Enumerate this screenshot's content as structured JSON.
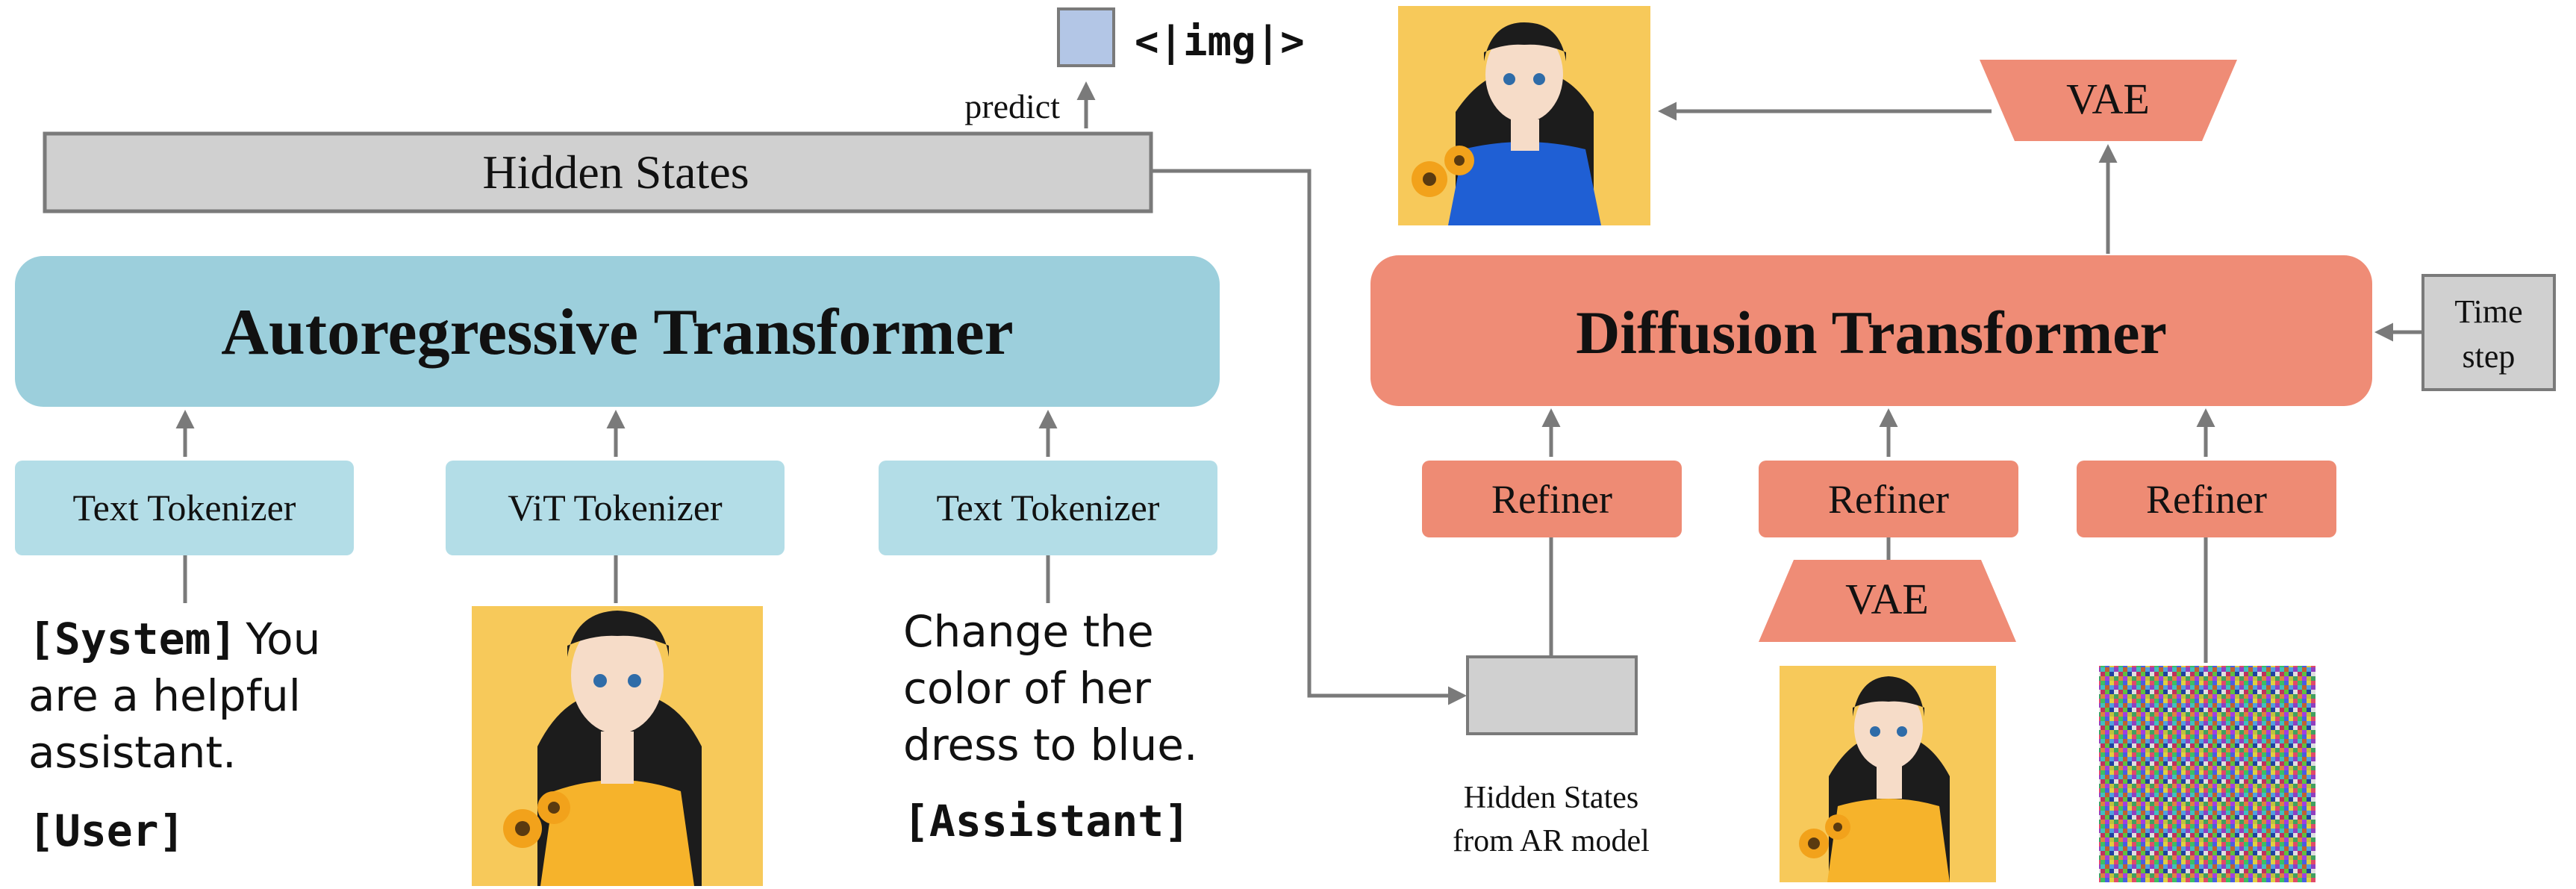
{
  "hidden_states_bar": {
    "label": "Hidden States"
  },
  "predict_label": "predict",
  "img_token": {
    "label": "<|img|>"
  },
  "ar_transformer": {
    "label": "Autoregressive Transformer"
  },
  "tokenizers": [
    {
      "label": "Text Tokenizer"
    },
    {
      "label": "ViT Tokenizer"
    },
    {
      "label": "Text Tokenizer"
    }
  ],
  "prompt_system": {
    "tag": "[System]",
    "lines": [
      "You",
      "are a helpful",
      "assistant."
    ],
    "user_tag": "[User]"
  },
  "prompt_instruction": {
    "lines": [
      "Change the",
      "color of her",
      "dress to blue."
    ],
    "assistant_tag": "[Assistant]"
  },
  "dit": {
    "label": "Diffusion Transformer"
  },
  "vae_top": {
    "label": "VAE"
  },
  "vae_mid": {
    "label": "VAE"
  },
  "timestep": {
    "line1": "Time",
    "line2": "step"
  },
  "refiners": [
    {
      "label": "Refiner"
    },
    {
      "label": "Refiner"
    },
    {
      "label": "Refiner"
    }
  ],
  "hidden_states_caption": {
    "line1": "Hidden States",
    "line2": "from AR model"
  },
  "colors": {
    "ar_blue": "#9ccfdc",
    "tokenizer_blue": "#b3dde7",
    "dit_salmon": "#ef8c76",
    "refiner_salmon": "#ee8b74",
    "grey_box": "#d0d0d0",
    "arrow_grey": "#7a7a7a",
    "img_token_blue": "#b3c6e6",
    "portrait_bg": "#f7c95a",
    "dress_yellow": "#f6b32b",
    "dress_blue": "#1f5fd4"
  }
}
